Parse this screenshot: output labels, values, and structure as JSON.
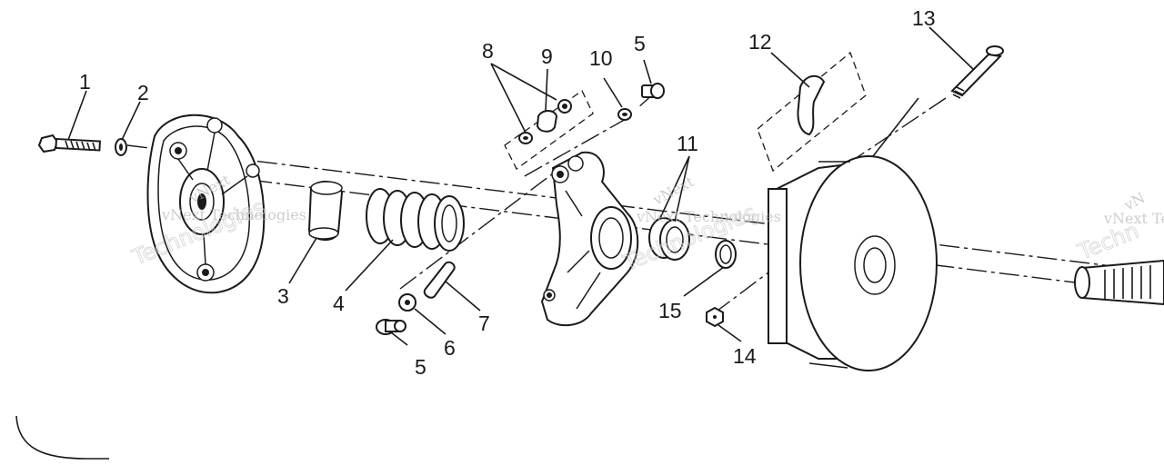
{
  "diagram": {
    "callouts": [
      {
        "id": "c1",
        "label": "1"
      },
      {
        "id": "c2",
        "label": "2"
      },
      {
        "id": "c3",
        "label": "3"
      },
      {
        "id": "c4",
        "label": "4"
      },
      {
        "id": "c5a",
        "label": "5"
      },
      {
        "id": "c5b",
        "label": "5"
      },
      {
        "id": "c6",
        "label": "6"
      },
      {
        "id": "c7",
        "label": "7"
      },
      {
        "id": "c8",
        "label": "8"
      },
      {
        "id": "c9",
        "label": "9"
      },
      {
        "id": "c10",
        "label": "10"
      },
      {
        "id": "c11",
        "label": "11"
      },
      {
        "id": "c12",
        "label": "12"
      },
      {
        "id": "c13",
        "label": "13"
      },
      {
        "id": "c14",
        "label": "14"
      },
      {
        "id": "c15",
        "label": "15"
      }
    ],
    "watermark": {
      "brand": "vNext Technologies",
      "brand_short": "vNext",
      "word": "Technologies",
      "fragment_right": "vNext Te",
      "fragment_right_outline": "Techn",
      "fragment_right_top": "vN"
    }
  }
}
